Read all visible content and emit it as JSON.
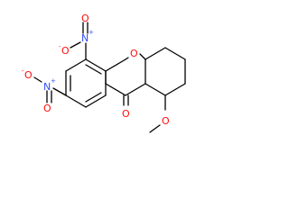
{
  "colors": {
    "bond": "#000000",
    "oxygen": "#ff0d0d",
    "nitrogen": "#3050f8",
    "carbon_label": "#000000"
  },
  "atom_labels": {
    "nitro_top_n": "N",
    "nitro_top_plus": "+",
    "nitro_top_o_up": "O",
    "nitro_top_o_left": "O",
    "nitro_top_minus": "-",
    "nitro_left_n": "N",
    "nitro_left_plus": "+",
    "nitro_left_o_up": "O",
    "nitro_left_minus": "-",
    "nitro_left_o_down": "O",
    "ring_oxygen": "O",
    "carbonyl_oxygen": "O",
    "methoxy_oxygen": "O"
  }
}
